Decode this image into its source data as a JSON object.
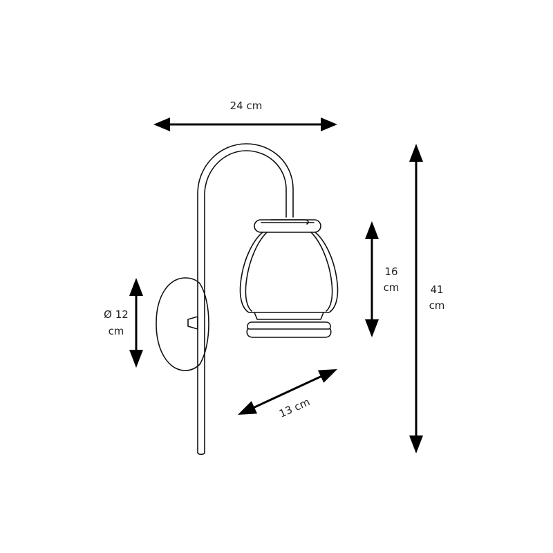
{
  "dimensions": {
    "width": "24 cm",
    "height_total": "41 cm",
    "height_total_value": "41",
    "height_total_unit": "cm",
    "shade_height": "16 cm",
    "shade_height_value": "16",
    "shade_height_unit": "cm",
    "depth": "13 cm",
    "base_diameter": "Ø 12 cm",
    "base_diameter_value": "Ø 12",
    "base_diameter_unit": "cm"
  },
  "colors": {
    "line": "#111111",
    "arrow": "#000000",
    "text": "#222222",
    "background": "#ffffff"
  }
}
